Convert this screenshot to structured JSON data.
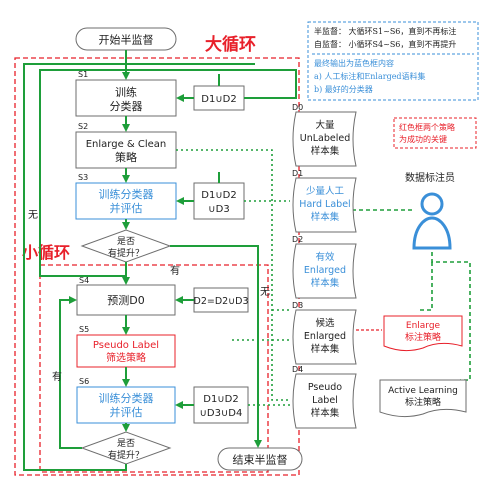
{
  "colors": {
    "green": "#1e9e3a",
    "red": "#e8202a",
    "blue": "#3a8fd8",
    "dark": "#222222",
    "box_stroke": "#6e6e6e"
  },
  "start_label": "开始半监督",
  "end_label": "结束半监督",
  "big_loop_label": "大循环",
  "small_loop_label": "小循环",
  "info": {
    "line1": "半监督： 大循环S1~S6，直到不再标注",
    "line2": "自监督： 小循环S4~S6，直到不再提升",
    "line3": "最终输出为蓝色框内容",
    "line4": "a) 人工标注和Enlarged语料集",
    "line5": "b) 最好的分类器"
  },
  "note": {
    "line1": "红色框两个策略",
    "line2": "为成功的关键"
  },
  "steps": {
    "s1": {
      "tag": "S1",
      "l1": "训练",
      "l2": "分类器"
    },
    "s2": {
      "tag": "S2",
      "l1": "Enlarge & Clean",
      "l2": "策略"
    },
    "s3": {
      "tag": "S3",
      "l1": "训练分类器",
      "l2": "并评估"
    },
    "s4": {
      "tag": "S4",
      "l1": "预测D0"
    },
    "s5": {
      "tag": "S5",
      "l1": "Pseudo Label",
      "l2": "筛选策略"
    },
    "s6": {
      "tag": "S6",
      "l1": "训练分类器",
      "l2": "并评估"
    }
  },
  "sets": {
    "a": {
      "l1": "D1∪D2"
    },
    "b": {
      "l1": "D1∪D2",
      "l2": "∪D3"
    },
    "c": {
      "l1": "D2=D2∪D3"
    },
    "d": {
      "l1": "D1∪D2",
      "l2": "∪D3∪D4"
    }
  },
  "decisions": {
    "d1": {
      "l1": "是否",
      "l2": "有提升？"
    },
    "d2": {
      "l1": "是否",
      "l2": "有提升？"
    }
  },
  "edge_labels": {
    "wu1": "无",
    "you1": "有",
    "wu2": "无",
    "you2": "有"
  },
  "datasets": [
    {
      "tag": "D0",
      "l1": "大量",
      "l2": "UnLabeled",
      "l3": "样本集",
      "color": "dark"
    },
    {
      "tag": "D1",
      "l1": "少量人工",
      "l2": "Hard Label",
      "l3": "样本集",
      "color": "blue"
    },
    {
      "tag": "D2",
      "l1": "有效",
      "l2": "Enlarged",
      "l3": "样本集",
      "color": "blue"
    },
    {
      "tag": "D3",
      "l1": "候选",
      "l2": "Enlarged",
      "l3": "样本集",
      "color": "dark"
    },
    {
      "tag": "D4",
      "l1": "Pseudo",
      "l2": "Label",
      "l3": "样本集",
      "color": "dark"
    }
  ],
  "annotator_label": "数据标注员",
  "strategies": {
    "enlarge": {
      "l1": "Enlarge",
      "l2": "标注策略"
    },
    "active": {
      "l1": "Active Learning",
      "l2": "标注策略"
    }
  }
}
